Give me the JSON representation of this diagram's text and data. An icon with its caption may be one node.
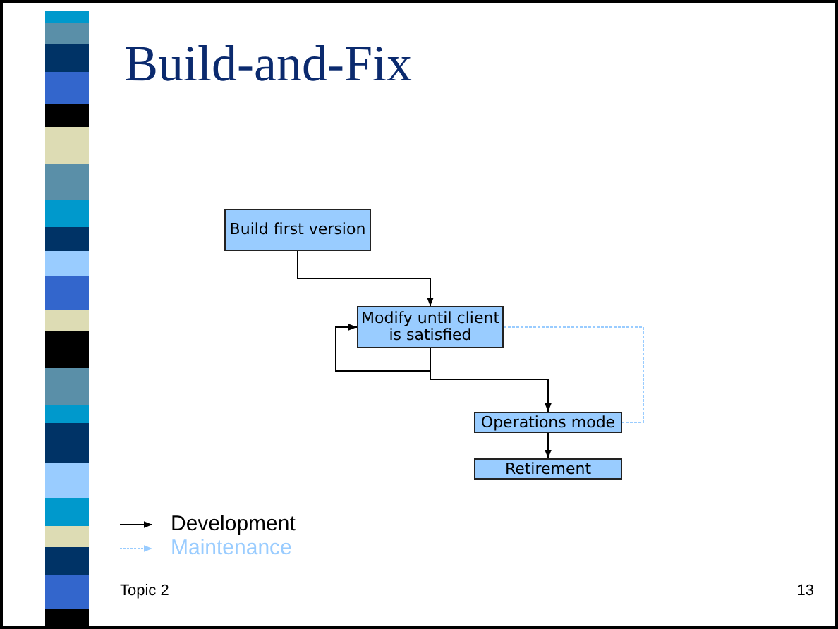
{
  "diagram": {
    "title": "Build-and-Fix",
    "nodes": [
      {
        "text": [
          "Build first version"
        ]
      },
      {
        "text": [
          "Modify until client is satisfied"
        ]
      },
      {
        "text": [
          "Operations mode"
        ]
      },
      {
        "text": [
          "Retirement"
        ]
      }
    ],
    "edges": [
      {
        "from": 0,
        "to": 1,
        "arrow": "to"
      },
      {
        "from": 1,
        "to": 1,
        "arrow": "to"
      },
      {
        "from": 1,
        "to": 2,
        "arrow": "to"
      },
      {
        "from": 1,
        "to": 2,
        "arrow": "none",
        "style": "dashed",
        "color": "#99ccff"
      },
      {
        "from": 2,
        "to": 3,
        "arrow": "to"
      }
    ],
    "labels": [
      "Topic 2",
      "13"
    ],
    "legend": [
      {
        "text": "Development"
      },
      {
        "text": "Maintenance"
      }
    ]
  }
}
